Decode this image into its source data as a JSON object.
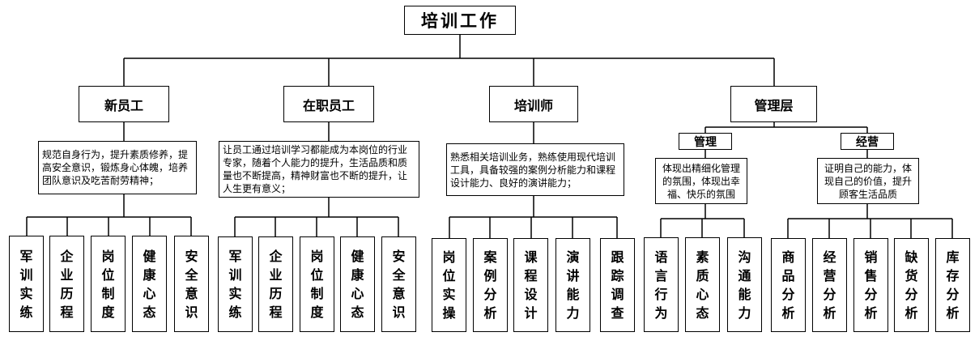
{
  "root": "培训工作",
  "branches": [
    {
      "title": "新员工",
      "desc": "规范自身行为，提升素质修养，提高安全意识，锻炼身心体魄，培养团队意识及吃苦耐劳精神；",
      "leaves": [
        "军训实练",
        "企业历程",
        "岗位制度",
        "健康心态",
        "安全意识"
      ]
    },
    {
      "title": "在职员工",
      "desc": "让员工通过培训学习都能成为本岗位的行业专家，随着个人能力的提升，生活品质和质量也不断提高，精神财富也不断的提升，让人生更有意义；",
      "leaves": [
        "军训实练",
        "企业历程",
        "岗位制度",
        "健康心态",
        "安全意识"
      ]
    },
    {
      "title": "培训师",
      "desc": "熟悉相关培训业务，熟练使用现代培训工具，具备较强的案例分析能力和课程设计能力、良好的演讲能力；",
      "leaves": [
        "岗位实操",
        "案例分析",
        "课程设计",
        "演讲能力",
        "跟踪调查"
      ]
    },
    {
      "title": "管理层",
      "subs": [
        {
          "title": "管理",
          "desc": "体现出精细化管理的氛围，体现出幸福、快乐的氛围",
          "leaves": [
            "语言行为",
            "素质心态",
            "沟通能力"
          ]
        },
        {
          "title": "经营",
          "desc": "证明自己的能力，体现自己的价值，提升顾客生活品质",
          "leaves": [
            "商品分析",
            "经营分析",
            "销售分析",
            "缺货分析",
            "库存分析"
          ]
        }
      ]
    }
  ]
}
